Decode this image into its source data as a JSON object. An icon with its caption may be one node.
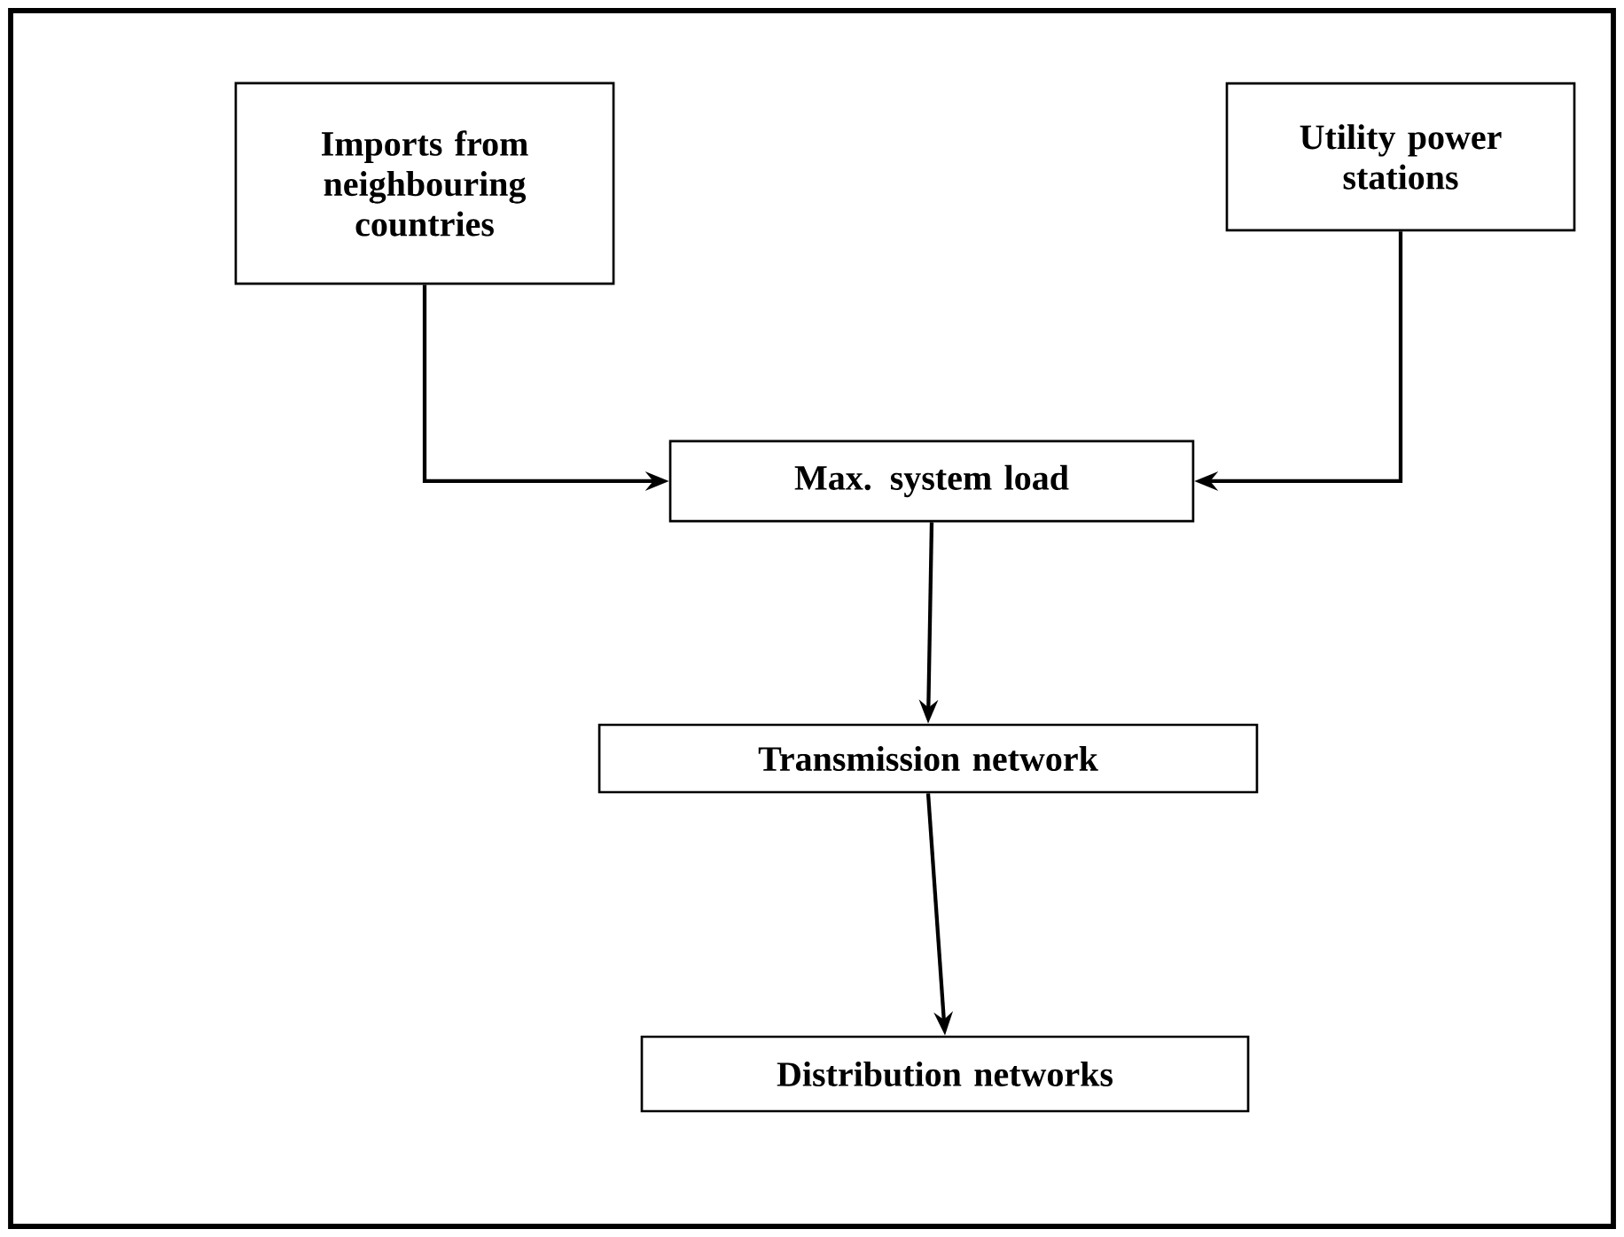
{
  "diagram": {
    "nodes": [
      {
        "text": [
          "Imports from neighbouring countries"
        ]
      },
      {
        "text": [
          "Utility power stations"
        ]
      },
      {
        "text": [
          "Max. system load"
        ]
      },
      {
        "text": [
          "Transmission network"
        ]
      },
      {
        "text": [
          "Distribution networks"
        ]
      }
    ],
    "edges": [
      {
        "from": 0,
        "to": 2,
        "arrow": "to"
      },
      {
        "from": 1,
        "to": 2,
        "arrow": "to"
      },
      {
        "from": 2,
        "to": 3,
        "arrow": "to"
      },
      {
        "from": 3,
        "to": 4,
        "arrow": "to"
      }
    ]
  }
}
